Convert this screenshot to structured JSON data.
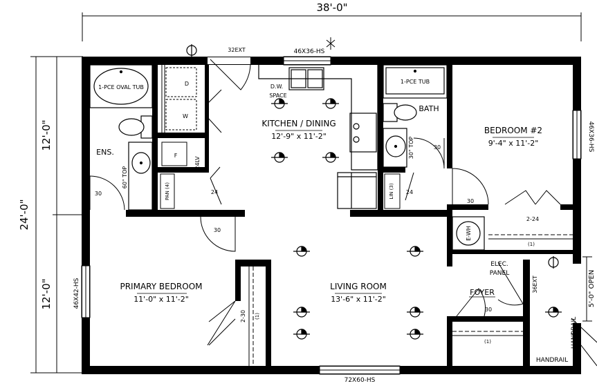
{
  "overall": {
    "width_label": "38'-0\"",
    "depth_label": "24'-0\"",
    "depth_upper": "12'-0\"",
    "depth_lower": "12'-0\"",
    "side_opening": "5'-0\" OPEN"
  },
  "rooms": {
    "kitchen": {
      "name": "KITCHEN / DINING",
      "size": "12'-9\" x 11'-2\""
    },
    "bedroom2": {
      "name": "BEDROOM #2",
      "size": "9'-4\" x 11'-2\""
    },
    "primary": {
      "name": "PRIMARY BEDROOM",
      "size": "11'-0\" x 11'-2\""
    },
    "living": {
      "name": "LIVING ROOM",
      "size": "13'-6\" x 11'-2\""
    },
    "ens": "ENS.",
    "bath": "BATH",
    "foyer": "FOYER"
  },
  "fixtures": {
    "oval_tub": "1-PCE OVAL TUB",
    "tub": "1-PCE TUB",
    "dw": "D.W.",
    "dw_space": "SPACE",
    "washer": "W",
    "dryer": "D",
    "furnace": "F",
    "ewh": "E-WH",
    "elec_panel_1": "ELEC.",
    "elec_panel_2": "PANEL",
    "top60": "60\" TOP",
    "top30": "30\" TOP",
    "pan": "PAN (4)",
    "lin": "LIN (3)",
    "shelf": "(1)",
    "handrail": "HANDRAIL"
  },
  "windows": {
    "kitchen": "46X36-HS",
    "bedroom2": "46X36-HS",
    "primary": "46X42-HS",
    "living": "72X60-HS"
  },
  "doors": {
    "ext_top": "32EXT",
    "laundry": "2-30",
    "lv24": "24LV",
    "pan24": "24",
    "ens30": "30",
    "primary30": "30",
    "bath30": "30",
    "lin24": "24",
    "bed2_30": "30",
    "bed2_closet": "2-24",
    "primary_closet": "2-30",
    "ext36": "36EXT",
    "foyer30": "30"
  }
}
